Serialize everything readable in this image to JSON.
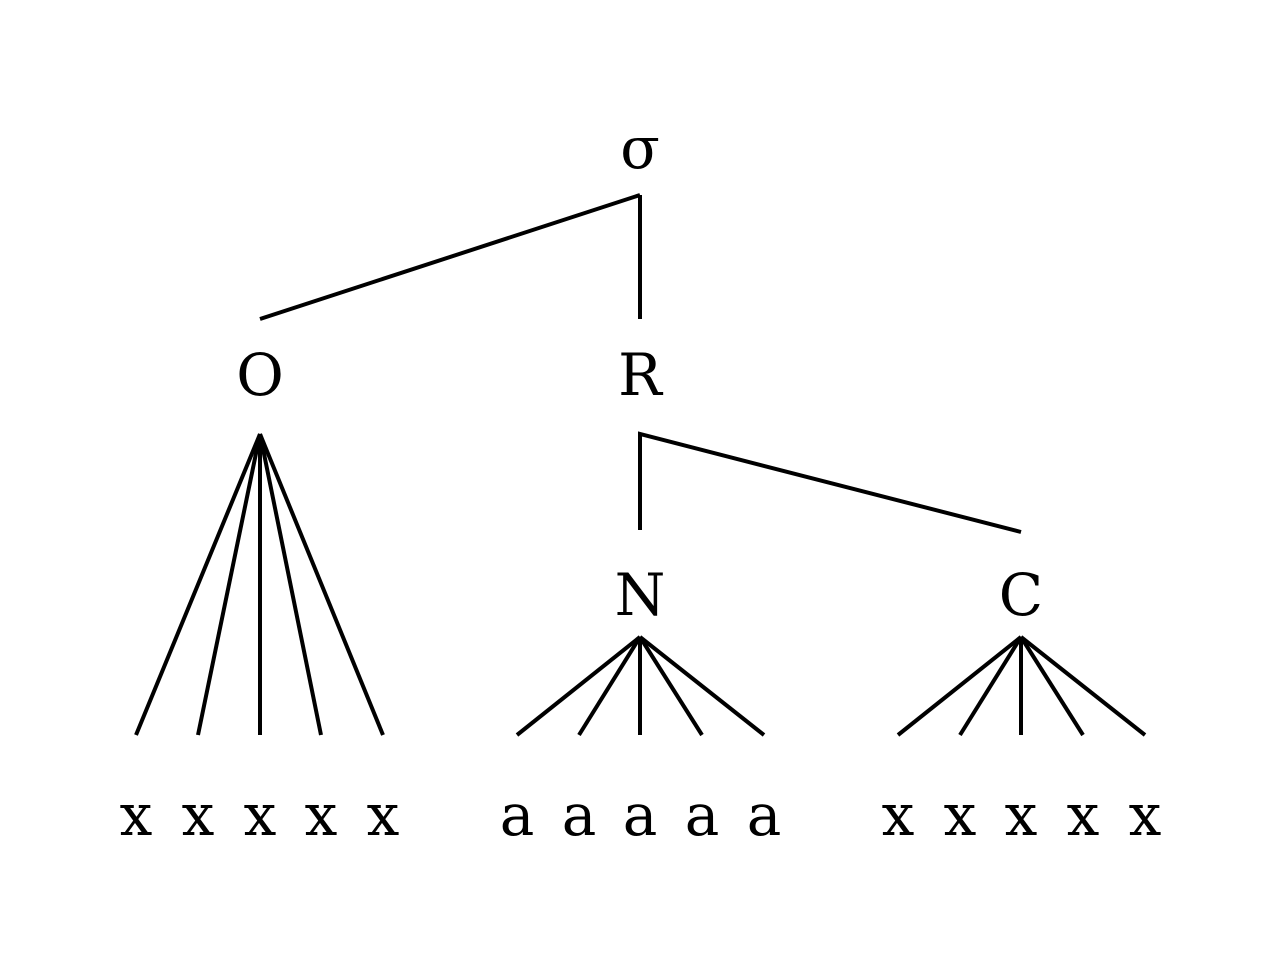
{
  "root": "σ",
  "onset": {
    "label": "O",
    "leaves": [
      "x",
      "x",
      "x",
      "x",
      "x"
    ]
  },
  "rhyme": {
    "label": "R"
  },
  "nucleus": {
    "label": "N",
    "leaves": [
      "a",
      "a",
      "a",
      "a",
      "a"
    ]
  },
  "coda": {
    "label": "C",
    "leaves": [
      "x",
      "x",
      "x",
      "x",
      "x"
    ]
  }
}
